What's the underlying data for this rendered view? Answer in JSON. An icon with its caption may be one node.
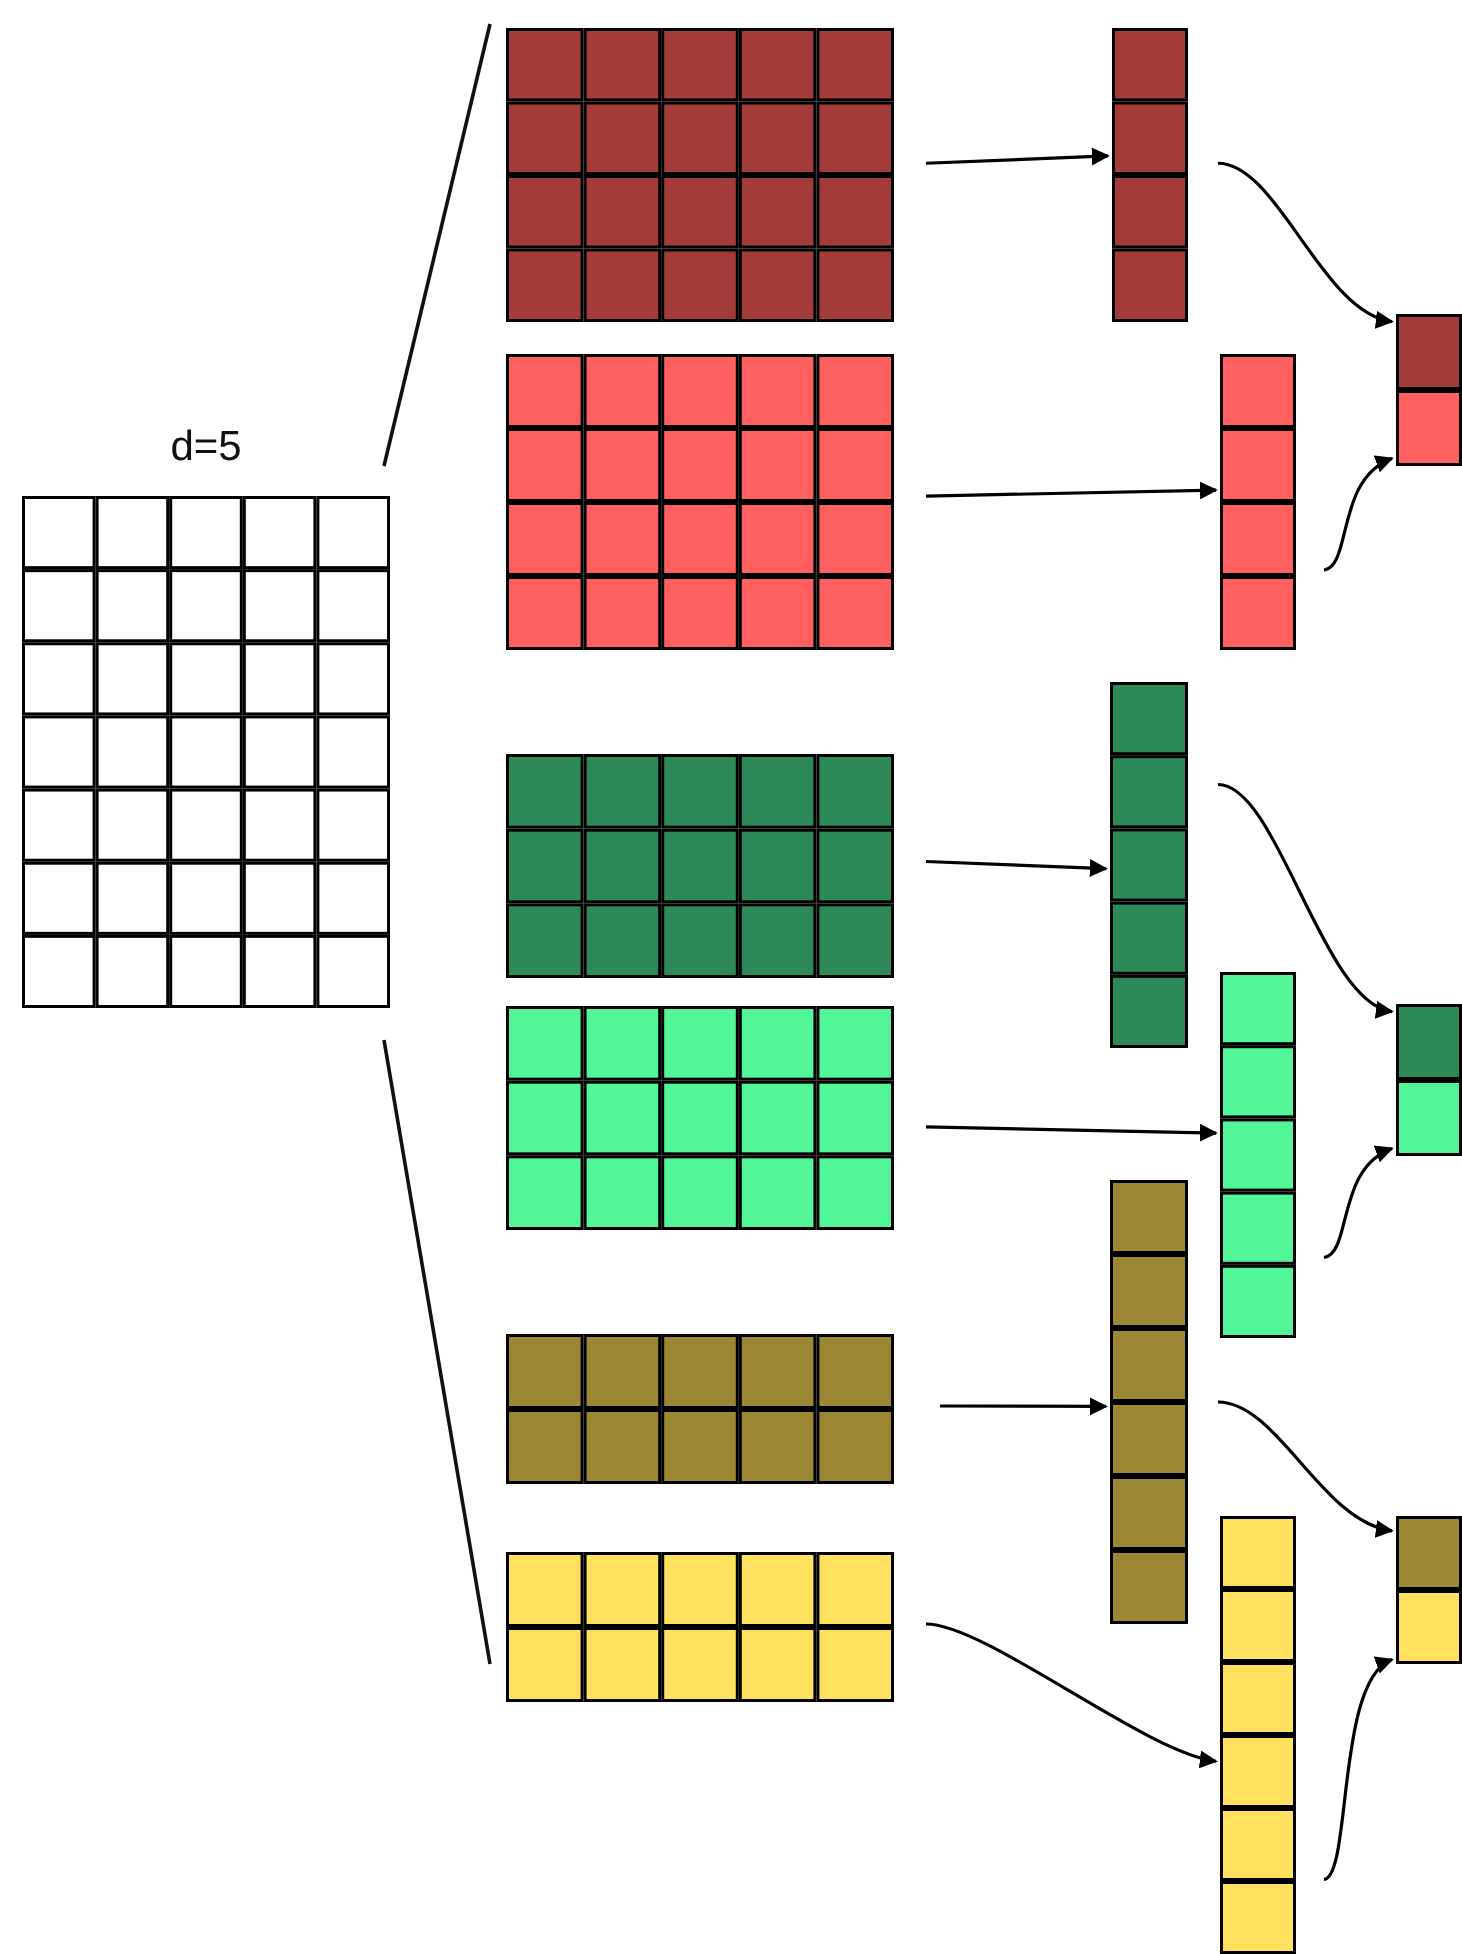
{
  "diagram": {
    "nodes": [
      {
        "text": [
          "d=5"
        ]
      },
      {
        "text": [],
        "shape": "box"
      },
      {
        "text": [],
        "shape": "box"
      },
      {
        "text": [],
        "shape": "box"
      },
      {
        "text": [],
        "shape": "box"
      },
      {
        "text": [],
        "shape": "box"
      },
      {
        "text": [],
        "shape": "box"
      },
      {
        "text": [],
        "shape": "bar"
      },
      {
        "text": [],
        "shape": "bar"
      },
      {
        "text": [],
        "shape": "bar"
      },
      {
        "text": [],
        "shape": "bar"
      },
      {
        "text": [],
        "shape": "bar"
      },
      {
        "text": [],
        "shape": "bar"
      },
      {
        "text": [],
        "shape": "box"
      },
      {
        "text": [],
        "shape": "box"
      },
      {
        "text": [],
        "shape": "box"
      }
    ],
    "edges": [
      {
        "from": 1,
        "to": 7,
        "arrow": "to"
      },
      {
        "from": 2,
        "to": 8,
        "arrow": "to"
      },
      {
        "from": 3,
        "to": 9,
        "arrow": "to"
      },
      {
        "from": 4,
        "to": 10,
        "arrow": "to"
      },
      {
        "from": 5,
        "to": 11,
        "arrow": "to"
      },
      {
        "from": 6,
        "to": 12,
        "arrow": "to"
      },
      {
        "from": 7,
        "to": 13,
        "arrow": "to"
      },
      {
        "from": 8,
        "to": 13,
        "arrow": "to"
      },
      {
        "from": 9,
        "to": 14,
        "arrow": "to"
      },
      {
        "from": 10,
        "to": 14,
        "arrow": "to"
      },
      {
        "from": 11,
        "to": 15,
        "arrow": "to"
      },
      {
        "from": 12,
        "to": 15,
        "arrow": "to"
      }
    ]
  }
}
